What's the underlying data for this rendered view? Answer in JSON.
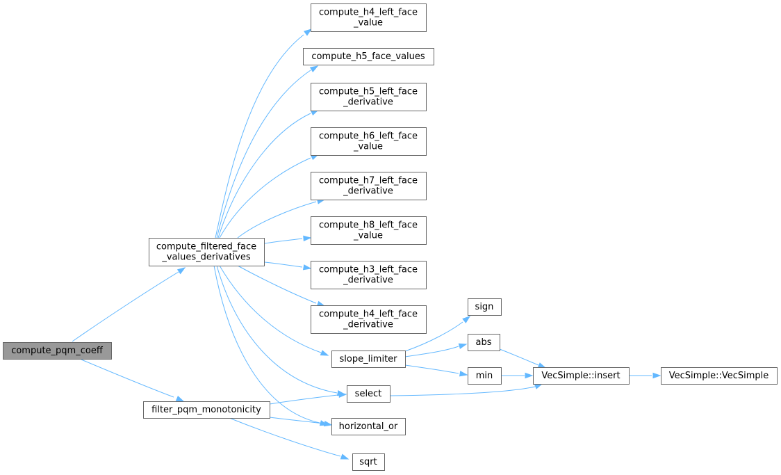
{
  "graph": {
    "nodes": [
      {
        "id": "compute_pqm_coeff",
        "lines": [
          "compute_pqm_coeff"
        ],
        "root": true
      },
      {
        "id": "compute_filtered",
        "lines": [
          "compute_filtered_face",
          "_values_derivatives"
        ]
      },
      {
        "id": "filter_pqm",
        "lines": [
          "filter_pqm_monotonicity"
        ]
      },
      {
        "id": "h4_value",
        "lines": [
          "compute_h4_left_face",
          "_value"
        ]
      },
      {
        "id": "h5_values",
        "lines": [
          "compute_h5_face_values"
        ]
      },
      {
        "id": "h5_deriv",
        "lines": [
          "compute_h5_left_face",
          "_derivative"
        ]
      },
      {
        "id": "h6_value",
        "lines": [
          "compute_h6_left_face",
          "_value"
        ]
      },
      {
        "id": "h7_deriv",
        "lines": [
          "compute_h7_left_face",
          "_derivative"
        ]
      },
      {
        "id": "h8_value",
        "lines": [
          "compute_h8_left_face",
          "_value"
        ]
      },
      {
        "id": "h3_deriv",
        "lines": [
          "compute_h3_left_face",
          "_derivative"
        ]
      },
      {
        "id": "h4_deriv",
        "lines": [
          "compute_h4_left_face",
          "_derivative"
        ]
      },
      {
        "id": "slope_limiter",
        "lines": [
          "slope_limiter"
        ]
      },
      {
        "id": "select",
        "lines": [
          "select"
        ]
      },
      {
        "id": "horizontal_or",
        "lines": [
          "horizontal_or"
        ]
      },
      {
        "id": "sqrt",
        "lines": [
          "sqrt"
        ]
      },
      {
        "id": "sign",
        "lines": [
          "sign"
        ]
      },
      {
        "id": "abs",
        "lines": [
          "abs"
        ]
      },
      {
        "id": "min",
        "lines": [
          "min"
        ]
      },
      {
        "id": "insert",
        "lines": [
          "VecSimple::insert"
        ]
      },
      {
        "id": "vecsimple",
        "lines": [
          "VecSimple::VecSimple"
        ]
      }
    ],
    "edges": [
      [
        "compute_pqm_coeff",
        "compute_filtered"
      ],
      [
        "compute_pqm_coeff",
        "filter_pqm"
      ],
      [
        "compute_filtered",
        "h4_value"
      ],
      [
        "compute_filtered",
        "h5_values"
      ],
      [
        "compute_filtered",
        "h5_deriv"
      ],
      [
        "compute_filtered",
        "h6_value"
      ],
      [
        "compute_filtered",
        "h7_deriv"
      ],
      [
        "compute_filtered",
        "h8_value"
      ],
      [
        "compute_filtered",
        "h3_deriv"
      ],
      [
        "compute_filtered",
        "h4_deriv"
      ],
      [
        "compute_filtered",
        "slope_limiter"
      ],
      [
        "compute_filtered",
        "select"
      ],
      [
        "compute_filtered",
        "horizontal_or"
      ],
      [
        "filter_pqm",
        "select"
      ],
      [
        "filter_pqm",
        "horizontal_or"
      ],
      [
        "filter_pqm",
        "sqrt"
      ],
      [
        "slope_limiter",
        "sign"
      ],
      [
        "slope_limiter",
        "abs"
      ],
      [
        "slope_limiter",
        "min"
      ],
      [
        "select",
        "insert"
      ],
      [
        "abs",
        "insert"
      ],
      [
        "min",
        "insert"
      ],
      [
        "insert",
        "vecsimple"
      ]
    ],
    "colors": {
      "edge": "#63b8ff",
      "node_border": "#666666",
      "root_fill": "#999999",
      "node_fill": "#ffffff"
    }
  }
}
